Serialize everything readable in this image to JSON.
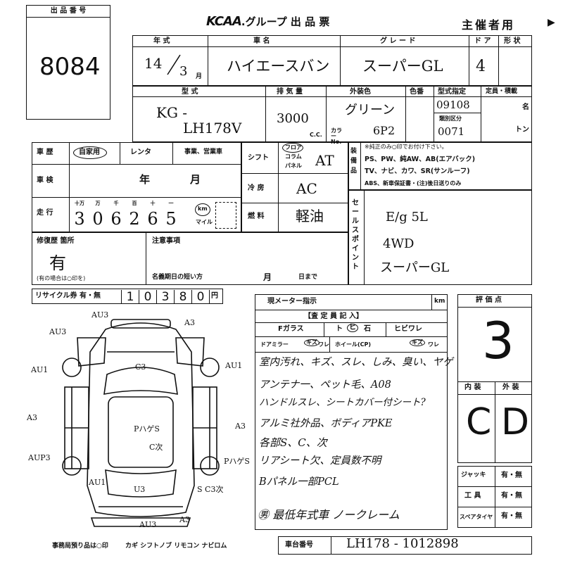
{
  "lot": {
    "label": "出 品 番 号",
    "number": "8084"
  },
  "header": {
    "brand": "KCAA",
    "title": ".グループ 出 品 票",
    "right": "主催者用",
    "arrow": "▶"
  },
  "row1": {
    "labels": {
      "year": "年 式",
      "car": "車 名",
      "grade": "グ レ ー ド",
      "doors": "ド ア",
      "shape": "形 状"
    },
    "year_value": "14",
    "month_value": "3",
    "month_unit": "月",
    "car_name": "ハイエースバン",
    "grade": "スーパーGL",
    "doors": "4"
  },
  "row2": {
    "labels": {
      "model": "型 式",
      "displacement": "排 気 量",
      "color": "外装色",
      "color_no": "色番",
      "type_spec": "型式指定",
      "class": "類別区分",
      "capacity": "定員・積載",
      "color_no_short": "カラー No."
    },
    "model_line1": "KG -",
    "model_line2": "LH178V",
    "displacement": "3000",
    "cc": "C.C.",
    "color": "グリーン",
    "color_code": "6P2",
    "type_spec": "09108",
    "class": "0071",
    "capacity_unit_person": "名",
    "capacity_unit_ton": "トン"
  },
  "history": {
    "car_history": "車 歴",
    "history_opts": [
      "自家用",
      "レンタ",
      "事業、営業車"
    ],
    "inspection": "車 検",
    "year_unit": "年",
    "month_unit": "月",
    "mileage_label": "走 行",
    "mileage_units": [
      "十万",
      "万",
      "千",
      "百",
      "十",
      "一"
    ],
    "mileage_digits": [
      "3",
      "0",
      "6",
      "2",
      "6",
      "5"
    ],
    "km": "km",
    "mile": "マイル",
    "shift": "シフト",
    "shift_opts": [
      "フロア",
      "コラム",
      "パネル"
    ],
    "shift_value": "AT",
    "ac": "冷 房",
    "ac_value": "AC",
    "fuel": "燃 料",
    "fuel_value": "軽油"
  },
  "equipment": {
    "label": "装 備 品",
    "note": "※純正のみ○印でお付け下さい。",
    "line1": "PS、PW、純AW、AB(エアバック)",
    "line2": "TV、ナビ、カワ、SR(サンルーフ)",
    "line3": "ABS、新車保証書・(注)後日送りのみ"
  },
  "sales_point": {
    "label": "セールスポイント",
    "lines": [
      "E/g 5L",
      "4WD",
      "スーパーGL"
    ]
  },
  "repair": {
    "label": "修復歴 箇所",
    "value": "有",
    "note": "(有の場合は○印を)"
  },
  "notes": {
    "label": "注意事項",
    "expiry": "名義期日の短い方",
    "month": "月",
    "day": "日まで"
  },
  "recycle": {
    "label": "リサイクル券 有・無",
    "digits": [
      "1",
      "0",
      "3",
      "8",
      "0"
    ],
    "unit": "円"
  },
  "meter": {
    "label": "現メーター指示",
    "unit": "km",
    "inspector": "【査 定 員 記 入】",
    "glass_label": "Fガラス",
    "glass_opts": [
      "ト",
      "ヒ",
      "石",
      "ヒビワレ"
    ],
    "mirror_label": "ドアミラー",
    "mirror_opts": [
      "キズ",
      "ワレ"
    ],
    "wheel_label": "ホイール(CP)",
    "wheel_opts": [
      "キズ",
      "ワレ"
    ],
    "remarks": [
      "室内汚れ、キズ、スレ、しみ、臭い、ヤゲ",
      "アンテナ一、ペット毛、A08",
      "ハンドルスレ、シートカバー付シート?",
      "アルミ社外品、ボディアPKE",
      "各部S、C、次",
      "リアシート欠、定員数不明",
      "Bパネル一部PCL",
      "㊚ 最低年式車 ノークレーム"
    ]
  },
  "score": {
    "label": "評 価 点",
    "value": "3",
    "interior": "内 装",
    "exterior": "外 装",
    "interior_value": "C",
    "exterior_value": "D"
  },
  "accessories": {
    "jack": "ジャッキ",
    "tools": "工 具",
    "spare": "スペアタイヤ",
    "yn": "有・無"
  },
  "chassis": {
    "label": "車台番号",
    "value": "LH178 - 1012898"
  },
  "office": {
    "label": "事務局預り品は○印",
    "items": "カギ シフトノブ リモコン ナビロム"
  },
  "diagram_marks": [
    "AU3",
    "AU3",
    "A3",
    "AU1",
    "AU1",
    "C3",
    "A3",
    "A3",
    "PハゲS",
    "C次",
    "AUP3",
    "PハゲS",
    "AU1",
    "U3",
    "S C3次",
    "AU3",
    "A3"
  ]
}
